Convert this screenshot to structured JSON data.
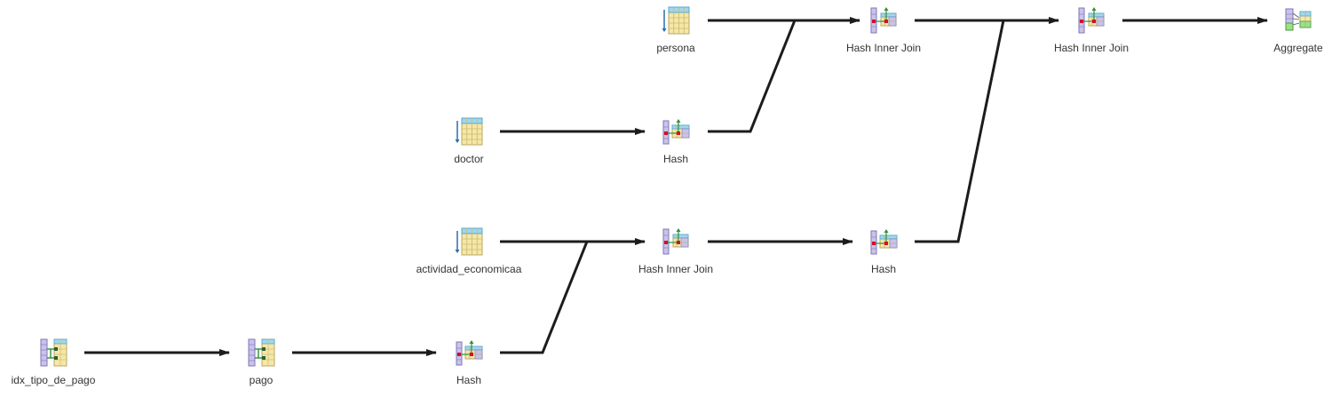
{
  "nodes": {
    "persona": {
      "label": "persona",
      "icon": "seq-scan-icon"
    },
    "hash_join_1": {
      "label": "Hash Inner Join",
      "icon": "hash-join-icon"
    },
    "hash_join_2": {
      "label": "Hash Inner Join",
      "icon": "hash-join-icon"
    },
    "aggregate": {
      "label": "Aggregate",
      "icon": "aggregate-icon"
    },
    "doctor": {
      "label": "doctor",
      "icon": "seq-scan-icon"
    },
    "hash_doctor": {
      "label": "Hash",
      "icon": "hash-icon"
    },
    "actividad": {
      "label": "actividad_economicaa",
      "icon": "seq-scan-icon"
    },
    "hash_join_3": {
      "label": "Hash Inner Join",
      "icon": "hash-join-icon"
    },
    "hash_right": {
      "label": "Hash",
      "icon": "hash-icon"
    },
    "idx_tipo": {
      "label": "idx_tipo_de_pago",
      "icon": "index-scan-icon"
    },
    "pago": {
      "label": "pago",
      "icon": "index-scan-icon"
    },
    "hash_pago": {
      "label": "Hash",
      "icon": "hash-icon"
    }
  },
  "colors": {
    "edge": "#1c1c1c",
    "table_fill": "#f6e7a6",
    "table_header": "#9fd7ee",
    "index_fill": "#c9c3ea",
    "hash_dot": "#d4102c",
    "arrow_green": "#2f8f3a",
    "aggregate_green": "#9be08a"
  }
}
